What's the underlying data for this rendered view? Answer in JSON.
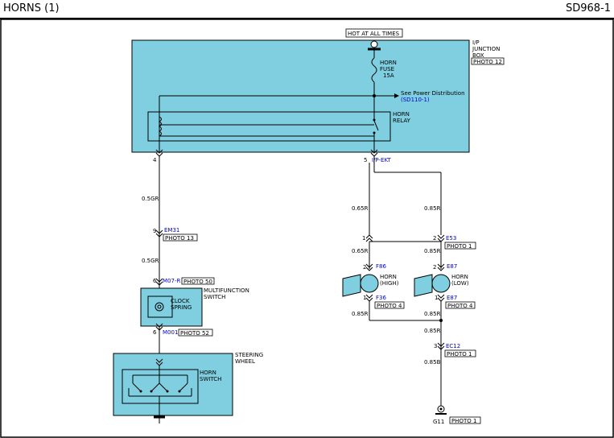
{
  "header": {
    "title": "HORNS (1)",
    "code": "SD968-1"
  },
  "labels": {
    "hot_at_all_times": "HOT AT ALL TIMES",
    "ij_junction_block": [
      "I/P",
      "JUNCTION",
      "BOX"
    ],
    "photo12": "PHOTO 12",
    "horn_fuse": [
      "HORN",
      "FUSE",
      "15A"
    ],
    "see_power": "See Power Distribution",
    "sd_ref": "(SD110-1)",
    "horn_relay": [
      "HORN",
      "RELAY"
    ],
    "pin4": "4",
    "pin5": "5",
    "ipe_ekt": "I/P-EKT",
    "w09gr_1": "0.5GR",
    "w09gr_2": "0.5GR",
    "em31_pin": "9",
    "em31": "EM31",
    "photo13": "PHOTO 13",
    "m07r_pin": "6",
    "m07r": "M07-R",
    "photo50": "PHOTO 50",
    "multifunction": [
      "MULTIFUNCTION",
      "SWITCH"
    ],
    "clock_spring": [
      "CLOCK",
      "SPRING"
    ],
    "m01_pin": "6",
    "m01": "M001",
    "photo52": "PHOTO 52",
    "steering_wheel": [
      "STEERING",
      "WHEEL"
    ],
    "horn_switch": [
      "HORN",
      "SWITCH"
    ],
    "w065r_a": "0.65R",
    "w065r_b": "0.65R",
    "w085r_a": "0.85R",
    "w085r_b": "0.85R",
    "e53_pin1": "1",
    "e53_pin2": "2",
    "e53": "E53",
    "photo1a": "PHOTO 1",
    "f86_pin": "2",
    "f86": "F86",
    "horn_high": [
      "HORN",
      "(HIGH)"
    ],
    "f36_pin": "1",
    "f36": "F36",
    "photo4a": "PHOTO 4",
    "e87_pin": "2",
    "e87": "E87",
    "horn_low": [
      "HORN",
      "(LOW)"
    ],
    "e87b_pin": "1",
    "e87b": "E87",
    "photo4b": "PHOTO 4",
    "w085r_c": "0.85R",
    "w085r_d": "0.85R",
    "w085r_e": "0.85R",
    "ec12_pin": "3",
    "ec12": "EC12",
    "photo1b": "PHOTO 1",
    "w085b": "0.85B",
    "g11": "G11",
    "photo1c": "PHOTO 1"
  },
  "colors": {
    "component_fill": "#7fcfe1",
    "ref_blue": "#0000cc"
  }
}
